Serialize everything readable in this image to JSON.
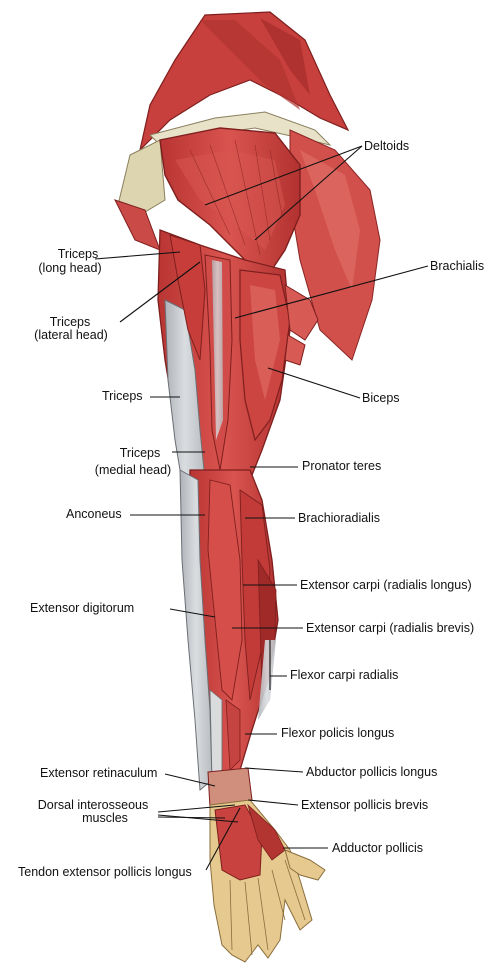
{
  "diagram": {
    "labels": {
      "deltoids": "Deltoids",
      "brachialis": "Brachialis",
      "triceps_long_1": "Triceps",
      "triceps_long_2": "(long head)",
      "triceps_lateral_1": "Triceps",
      "triceps_lateral_2": "(lateral head)",
      "triceps": "Triceps",
      "biceps": "Biceps",
      "triceps_medial_1": "Triceps",
      "triceps_medial_2": "(medial head)",
      "pronator_teres": "Pronator teres",
      "anconeus": "Anconeus",
      "brachioradialis": "Brachioradialis",
      "extensor_carpi_longus": "Extensor carpi (radialis longus)",
      "extensor_digitorum": "Extensor digitorum",
      "extensor_carpi_brevis": "Extensor carpi (radialis brevis)",
      "flexor_carpi_radialis": "Flexor carpi radialis",
      "flexor_policis_longus": "Flexor policis longus",
      "extensor_retinaculum": "Extensor retinaculum",
      "abductor_pollicis_longus": "Abductor pollicis longus",
      "dorsal_interosseous_1": "Dorsal interosseous",
      "dorsal_interosseous_2": "muscles",
      "extensor_pollicis_brevis": "Extensor pollicis brevis",
      "adductor_pollicis": "Adductor pollicis",
      "tendon_extensor": "Tendon extensor pollicis longus"
    },
    "colors": {
      "muscle": "#c9413f",
      "muscle_dark": "#8e2423",
      "muscle_light": "#e0706a",
      "tendon": "#c7c9cc",
      "skin": "#e6c98f",
      "leader": "#111111"
    }
  }
}
